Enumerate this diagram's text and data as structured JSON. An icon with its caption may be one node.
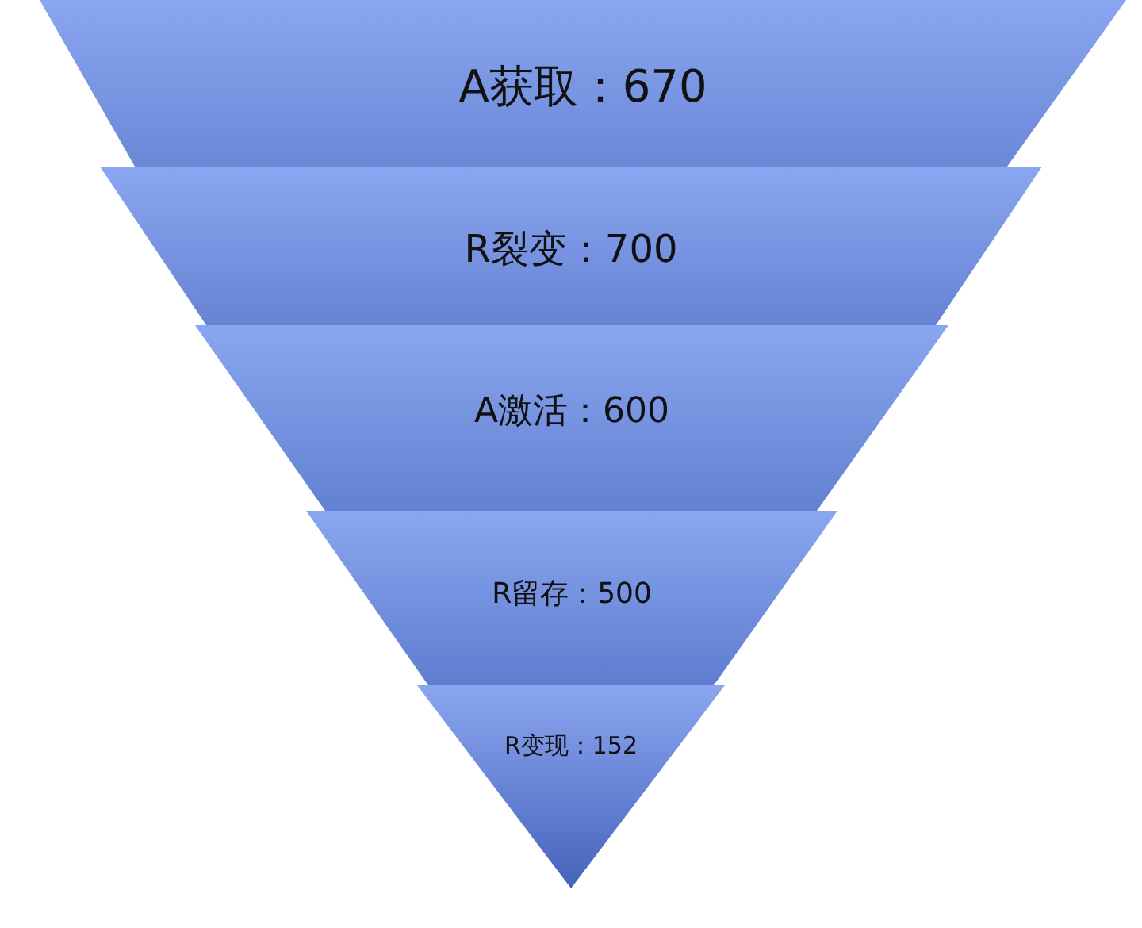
{
  "diagram": {
    "nodes": [
      {
        "text": [
          "A获取：670"
        ]
      },
      {
        "text": [
          "R裂变：700"
        ]
      },
      {
        "text": [
          "A激活：600"
        ]
      },
      {
        "text": [
          "R留存：500"
        ]
      },
      {
        "text": [
          "R变现：152"
        ]
      }
    ]
  }
}
